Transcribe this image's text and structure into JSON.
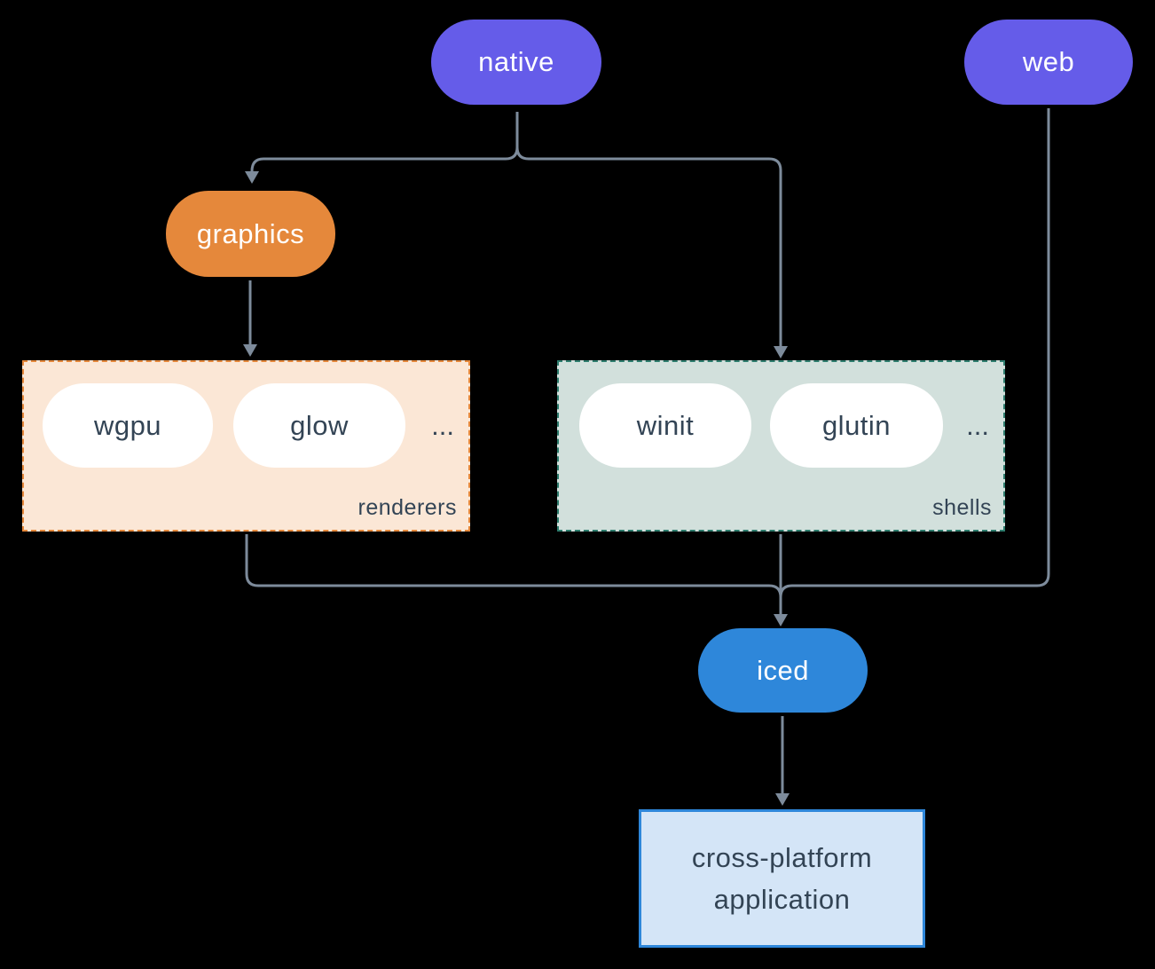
{
  "canvas": {
    "background": "#000000",
    "connector_color": "#7D8B9B"
  },
  "nodes": {
    "native": {
      "label": "native",
      "color": "#655CE9",
      "text_color": "#FFFFFF"
    },
    "web": {
      "label": "web",
      "color": "#655CE9",
      "text_color": "#FFFFFF"
    },
    "graphics": {
      "label": "graphics",
      "color": "#E5883B",
      "text_color": "#FFFFFF"
    },
    "iced": {
      "label": "iced",
      "color": "#2E87DA",
      "text_color": "#FFFFFF"
    },
    "app": {
      "label_lines": [
        "cross-platform",
        "application"
      ],
      "background": "#D4E5F7",
      "border_color": "#2E87DA",
      "text_color": "#334455"
    }
  },
  "groups": {
    "renderers": {
      "label": "renderers",
      "items": [
        "wgpu",
        "glow"
      ],
      "ellipsis": "...",
      "background": "#FBE7D6",
      "border_color": "#E5883B",
      "item_text_color": "#334455"
    },
    "shells": {
      "label": "shells",
      "items": [
        "winit",
        "glutin"
      ],
      "ellipsis": "...",
      "background": "#D2E0DC",
      "border_color": "#2E7D6E",
      "item_text_color": "#334455"
    }
  },
  "edges": [
    {
      "from": "native",
      "to": "graphics"
    },
    {
      "from": "native",
      "to": "shells"
    },
    {
      "from": "graphics",
      "to": "renderers"
    },
    {
      "from": "renderers",
      "to": "iced"
    },
    {
      "from": "shells",
      "to": "iced"
    },
    {
      "from": "web",
      "to": "iced"
    },
    {
      "from": "iced",
      "to": "app"
    }
  ]
}
